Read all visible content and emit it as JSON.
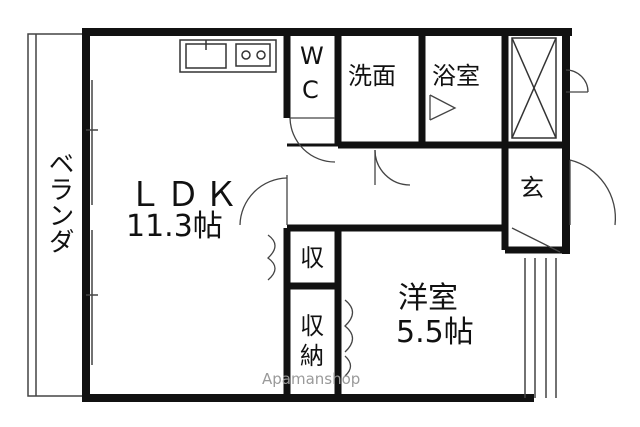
{
  "plan": {
    "veranda": "ベランダ",
    "ldk_name": "ＬＤＫ",
    "ldk_size": "11.3帖",
    "wc_top": "W",
    "wc_bottom": "C",
    "washroom": "洗面",
    "bathroom": "浴室",
    "entrance": "玄",
    "storage_small": "収",
    "storage_top": "収",
    "storage_bottom": "納",
    "western_name": "洋室",
    "western_size": "5.5帖"
  },
  "watermark": "Apamanshop",
  "colors": {
    "wall": "#111111",
    "line": "#444444",
    "background": "#ffffff"
  }
}
